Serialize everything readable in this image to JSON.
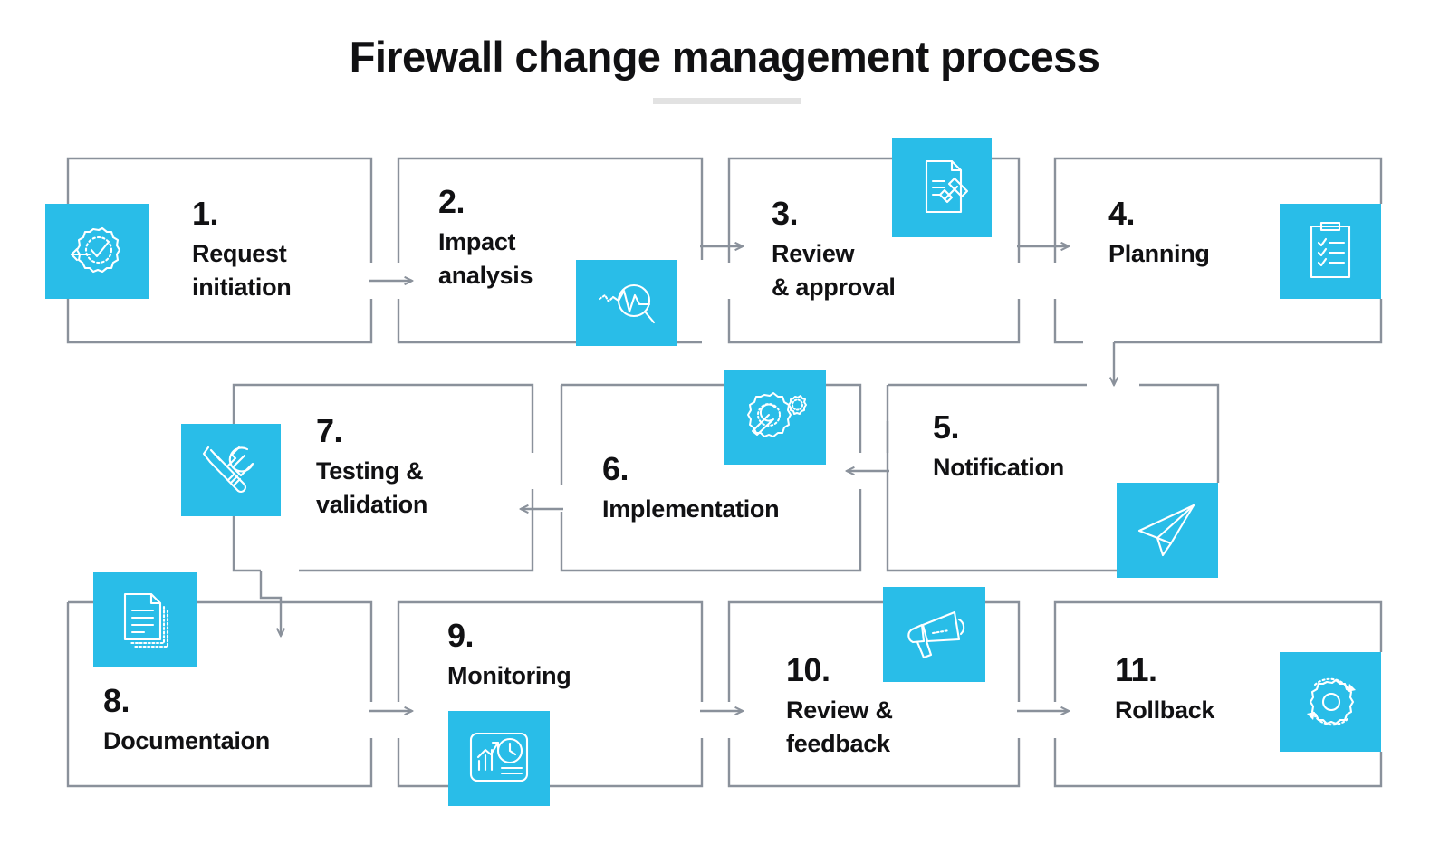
{
  "header": {
    "title": "Firewall change management process",
    "rule_color": "#e2e2e2"
  },
  "theme": {
    "accent": "#29bde8",
    "line": "#8a919b",
    "text": "#111113",
    "background": "#ffffff"
  },
  "steps": [
    {
      "number": "1.",
      "label": "Request\ninitiation",
      "icon": "gear-arrow-check-icon",
      "icon_position": "left"
    },
    {
      "number": "2.",
      "label": "Impact\nanalysis",
      "icon": "pulse-magnifier-icon",
      "icon_position": "bottom-right"
    },
    {
      "number": "3.",
      "label": "Review\n& approval",
      "icon": "document-gavel-icon",
      "icon_position": "top-right"
    },
    {
      "number": "4.",
      "label": "Planning",
      "icon": "clipboard-checklist-icon",
      "icon_position": "right"
    },
    {
      "number": "5.",
      "label": "Notification",
      "icon": "paper-plane-icon",
      "icon_position": "bottom-right"
    },
    {
      "number": "6.",
      "label": "Implementation",
      "icon": "gear-wrench-icon",
      "icon_position": "top-right"
    },
    {
      "number": "7.",
      "label": "Testing &\nvalidation",
      "icon": "screwdriver-wrench-icon",
      "icon_position": "left"
    },
    {
      "number": "8.",
      "label": "Documentaion",
      "icon": "document-stack-icon",
      "icon_position": "top-left"
    },
    {
      "number": "9.",
      "label": "Monitoring",
      "icon": "dashboard-chart-icon",
      "icon_position": "bottom-left"
    },
    {
      "number": "10.",
      "label": "Review &\nfeedback",
      "icon": "megaphone-icon",
      "icon_position": "top-right"
    },
    {
      "number": "11.",
      "label": "Rollback",
      "icon": "gear-rotate-icon",
      "icon_position": "right"
    }
  ],
  "flow": {
    "order": [
      "1.",
      "2.",
      "3.",
      "4.",
      "5.",
      "6.",
      "7.",
      "8.",
      "9.",
      "10.",
      "11."
    ],
    "direction_row1": "left-to-right",
    "direction_row2": "right-to-left",
    "direction_row3": "left-to-right"
  }
}
